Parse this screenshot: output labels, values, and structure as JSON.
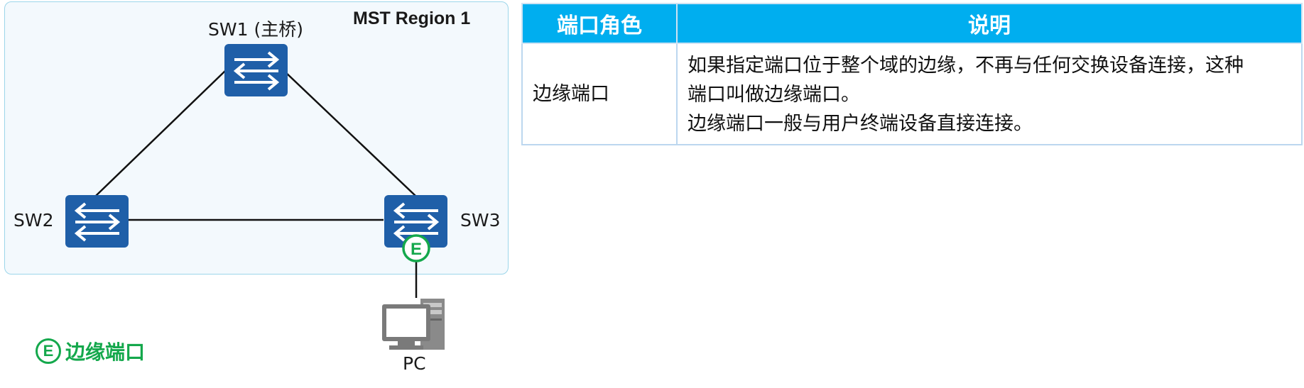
{
  "diagram": {
    "region_label": "MST Region 1",
    "switches": [
      {
        "id": "sw1",
        "label": "SW1 (主桥)"
      },
      {
        "id": "sw2",
        "label": "SW2"
      },
      {
        "id": "sw3",
        "label": "SW3"
      }
    ],
    "pc_label": "PC",
    "edge_port_marker": "E",
    "legend": {
      "marker": "E",
      "text": "边缘端口"
    },
    "colors": {
      "switch": "#1f5fa8",
      "edge_port": "#14a84c",
      "link": "#111111",
      "region_fill": "#f3f9fd",
      "region_border": "#9cd6ea"
    }
  },
  "table": {
    "headers": [
      "端口角色",
      "说明"
    ],
    "rows": [
      {
        "role": "边缘端口",
        "description_lines": [
          "如果指定端口位于整个域的边缘，不再与任何交换设备连接，这种",
          "端口叫做边缘端口。",
          "边缘端口一般与用户终端设备直接连接。"
        ]
      }
    ],
    "header_color": "#00aeef"
  }
}
